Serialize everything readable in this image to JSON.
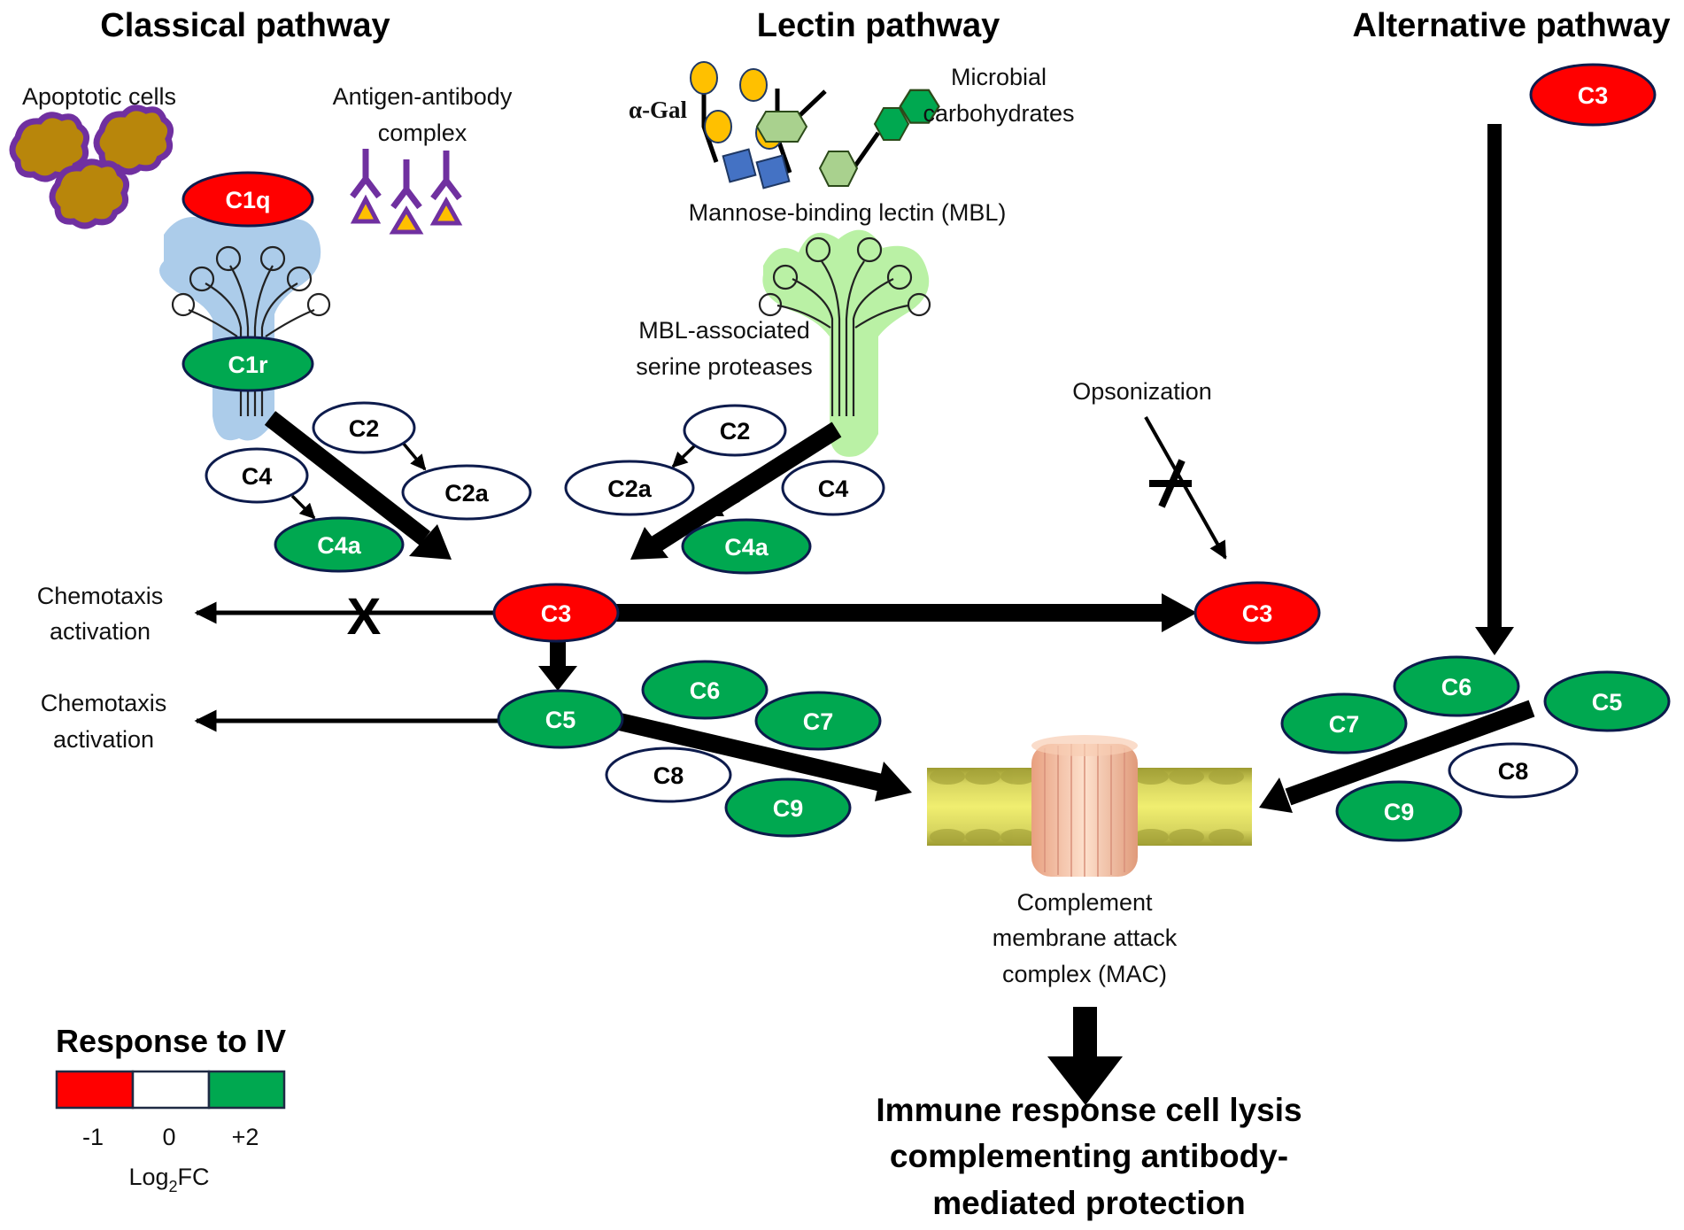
{
  "colors": {
    "down": "#ff0000",
    "neutral": "#ffffff",
    "up": "#00a850",
    "node_border": "#0d1b4c",
    "arrow": "#000000",
    "cell_fill": "#b8860b",
    "cell_border": "#7030a0",
    "antibody": "#7030a0",
    "antigen": "#ffc000",
    "alpha_gal": "#ffc000",
    "square_sugar": "#4472c4",
    "hex_dark": "#00a850",
    "hex_light": "#a9d18e",
    "c1_glow": "#9dc3e6",
    "mbl_glow": "#b6f0a0",
    "membrane": "#d9d65a",
    "mac_pore": "#f4b894"
  },
  "pathways": {
    "classical": "Classical pathway",
    "lectin": "Lectin pathway",
    "alternative": "Alternative pathway"
  },
  "labels": {
    "apoptotic_cells": "Apoptotic cells",
    "antigen_antibody_1": "Antigen-antibody",
    "antigen_antibody_2": "complex",
    "alpha_gal": "α-Gal",
    "microbial_1": "Microbial",
    "microbial_2": "carbohydrates",
    "mbl": "Mannose-binding lectin (MBL)",
    "masp_1": "MBL-associated",
    "masp_2": "serine proteases",
    "opsonization": "Opsonization",
    "chemotaxis_1a": "Chemotaxis",
    "chemotaxis_1b": "activation",
    "chemotaxis_2a": "Chemotaxis",
    "chemotaxis_2b": "activation",
    "mac_1": "Complement",
    "mac_2": "membrane attack",
    "mac_3": "complex (MAC)",
    "blocked_mark": "X"
  },
  "nodes": {
    "classical_c1q": {
      "label": "C1q",
      "response": "down"
    },
    "classical_c1r": {
      "label": "C1r",
      "response": "up"
    },
    "classical_c2": {
      "label": "C2",
      "response": "neutral"
    },
    "classical_c2a": {
      "label": "C2a",
      "response": "neutral"
    },
    "classical_c4": {
      "label": "C4",
      "response": "neutral"
    },
    "classical_c4a": {
      "label": "C4a",
      "response": "up"
    },
    "lectin_c2": {
      "label": "C2",
      "response": "neutral"
    },
    "lectin_c2a": {
      "label": "C2a",
      "response": "neutral"
    },
    "lectin_c4": {
      "label": "C4",
      "response": "neutral"
    },
    "lectin_c4a": {
      "label": "C4a",
      "response": "up"
    },
    "center_c3": {
      "label": "C3",
      "response": "down"
    },
    "opsonization_c3": {
      "label": "C3",
      "response": "down"
    },
    "alt_c3": {
      "label": "C3",
      "response": "down"
    },
    "left_c5": {
      "label": "C5",
      "response": "up"
    },
    "left_c6": {
      "label": "C6",
      "response": "up"
    },
    "left_c7": {
      "label": "C7",
      "response": "up"
    },
    "left_c8": {
      "label": "C8",
      "response": "neutral"
    },
    "left_c9": {
      "label": "C9",
      "response": "up"
    },
    "alt_c5": {
      "label": "C5",
      "response": "up"
    },
    "alt_c6": {
      "label": "C6",
      "response": "up"
    },
    "alt_c7": {
      "label": "C7",
      "response": "up"
    },
    "alt_c8": {
      "label": "C8",
      "response": "neutral"
    },
    "alt_c9": {
      "label": "C9",
      "response": "up"
    }
  },
  "legend": {
    "title": "Response to IV",
    "ticks": [
      "-1",
      "0",
      "+2"
    ],
    "axis_label_main": "Log",
    "axis_label_sub": "2",
    "axis_label_end": "FC"
  },
  "outcome": {
    "line1": "Immune response cell lysis",
    "line2": "complementing antibody-",
    "line3": "mediated protection"
  }
}
